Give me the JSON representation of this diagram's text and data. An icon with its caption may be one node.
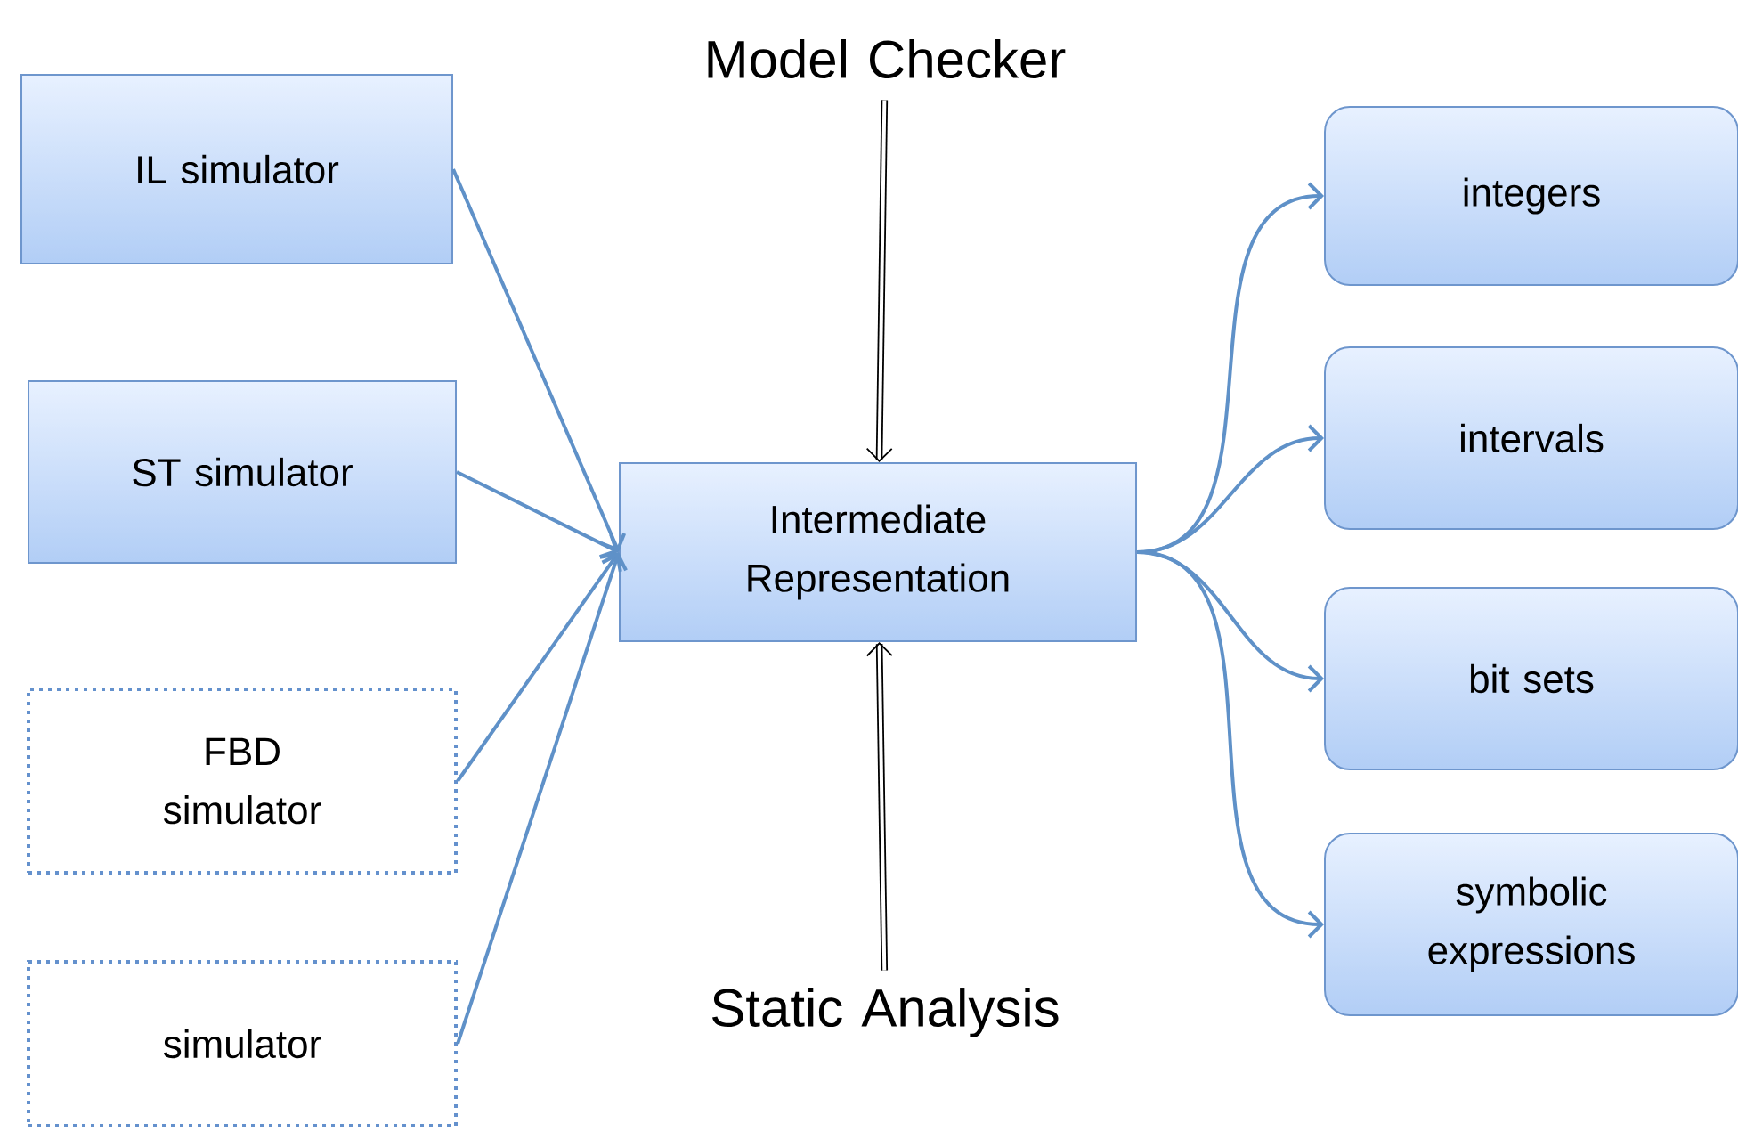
{
  "diagram": {
    "nodes": [
      {
        "text": [
          "IL simulator"
        ]
      },
      {
        "text": [
          "ST simulator"
        ]
      },
      {
        "text": [
          "FBD simulator"
        ]
      },
      {
        "text": [
          "simulator"
        ]
      },
      {
        "text": [
          "Intermediate Representation"
        ]
      },
      {
        "text": [
          "Model Checker"
        ]
      },
      {
        "text": [
          "Static Analysis"
        ]
      },
      {
        "text": [
          "integers"
        ]
      },
      {
        "text": [
          "intervals"
        ]
      },
      {
        "text": [
          "bit sets"
        ]
      },
      {
        "text": [
          "symbolic expressions"
        ]
      }
    ],
    "edges": [
      {
        "from": 0,
        "to": 4,
        "arrow": "to"
      },
      {
        "from": 1,
        "to": 4,
        "arrow": "to"
      },
      {
        "from": 2,
        "to": 4,
        "arrow": "to"
      },
      {
        "from": 3,
        "to": 4,
        "arrow": "to"
      },
      {
        "from": 5,
        "to": 4,
        "arrow": "to",
        "style": "thick",
        "color": "#000000"
      },
      {
        "from": 6,
        "to": 4,
        "arrow": "to",
        "style": "thick",
        "color": "#000000"
      },
      {
        "from": 4,
        "to": 7,
        "arrow": "to"
      },
      {
        "from": 4,
        "to": 8,
        "arrow": "to"
      },
      {
        "from": 4,
        "to": 9,
        "arrow": "to"
      },
      {
        "from": 4,
        "to": 10,
        "arrow": "to"
      }
    ]
  }
}
